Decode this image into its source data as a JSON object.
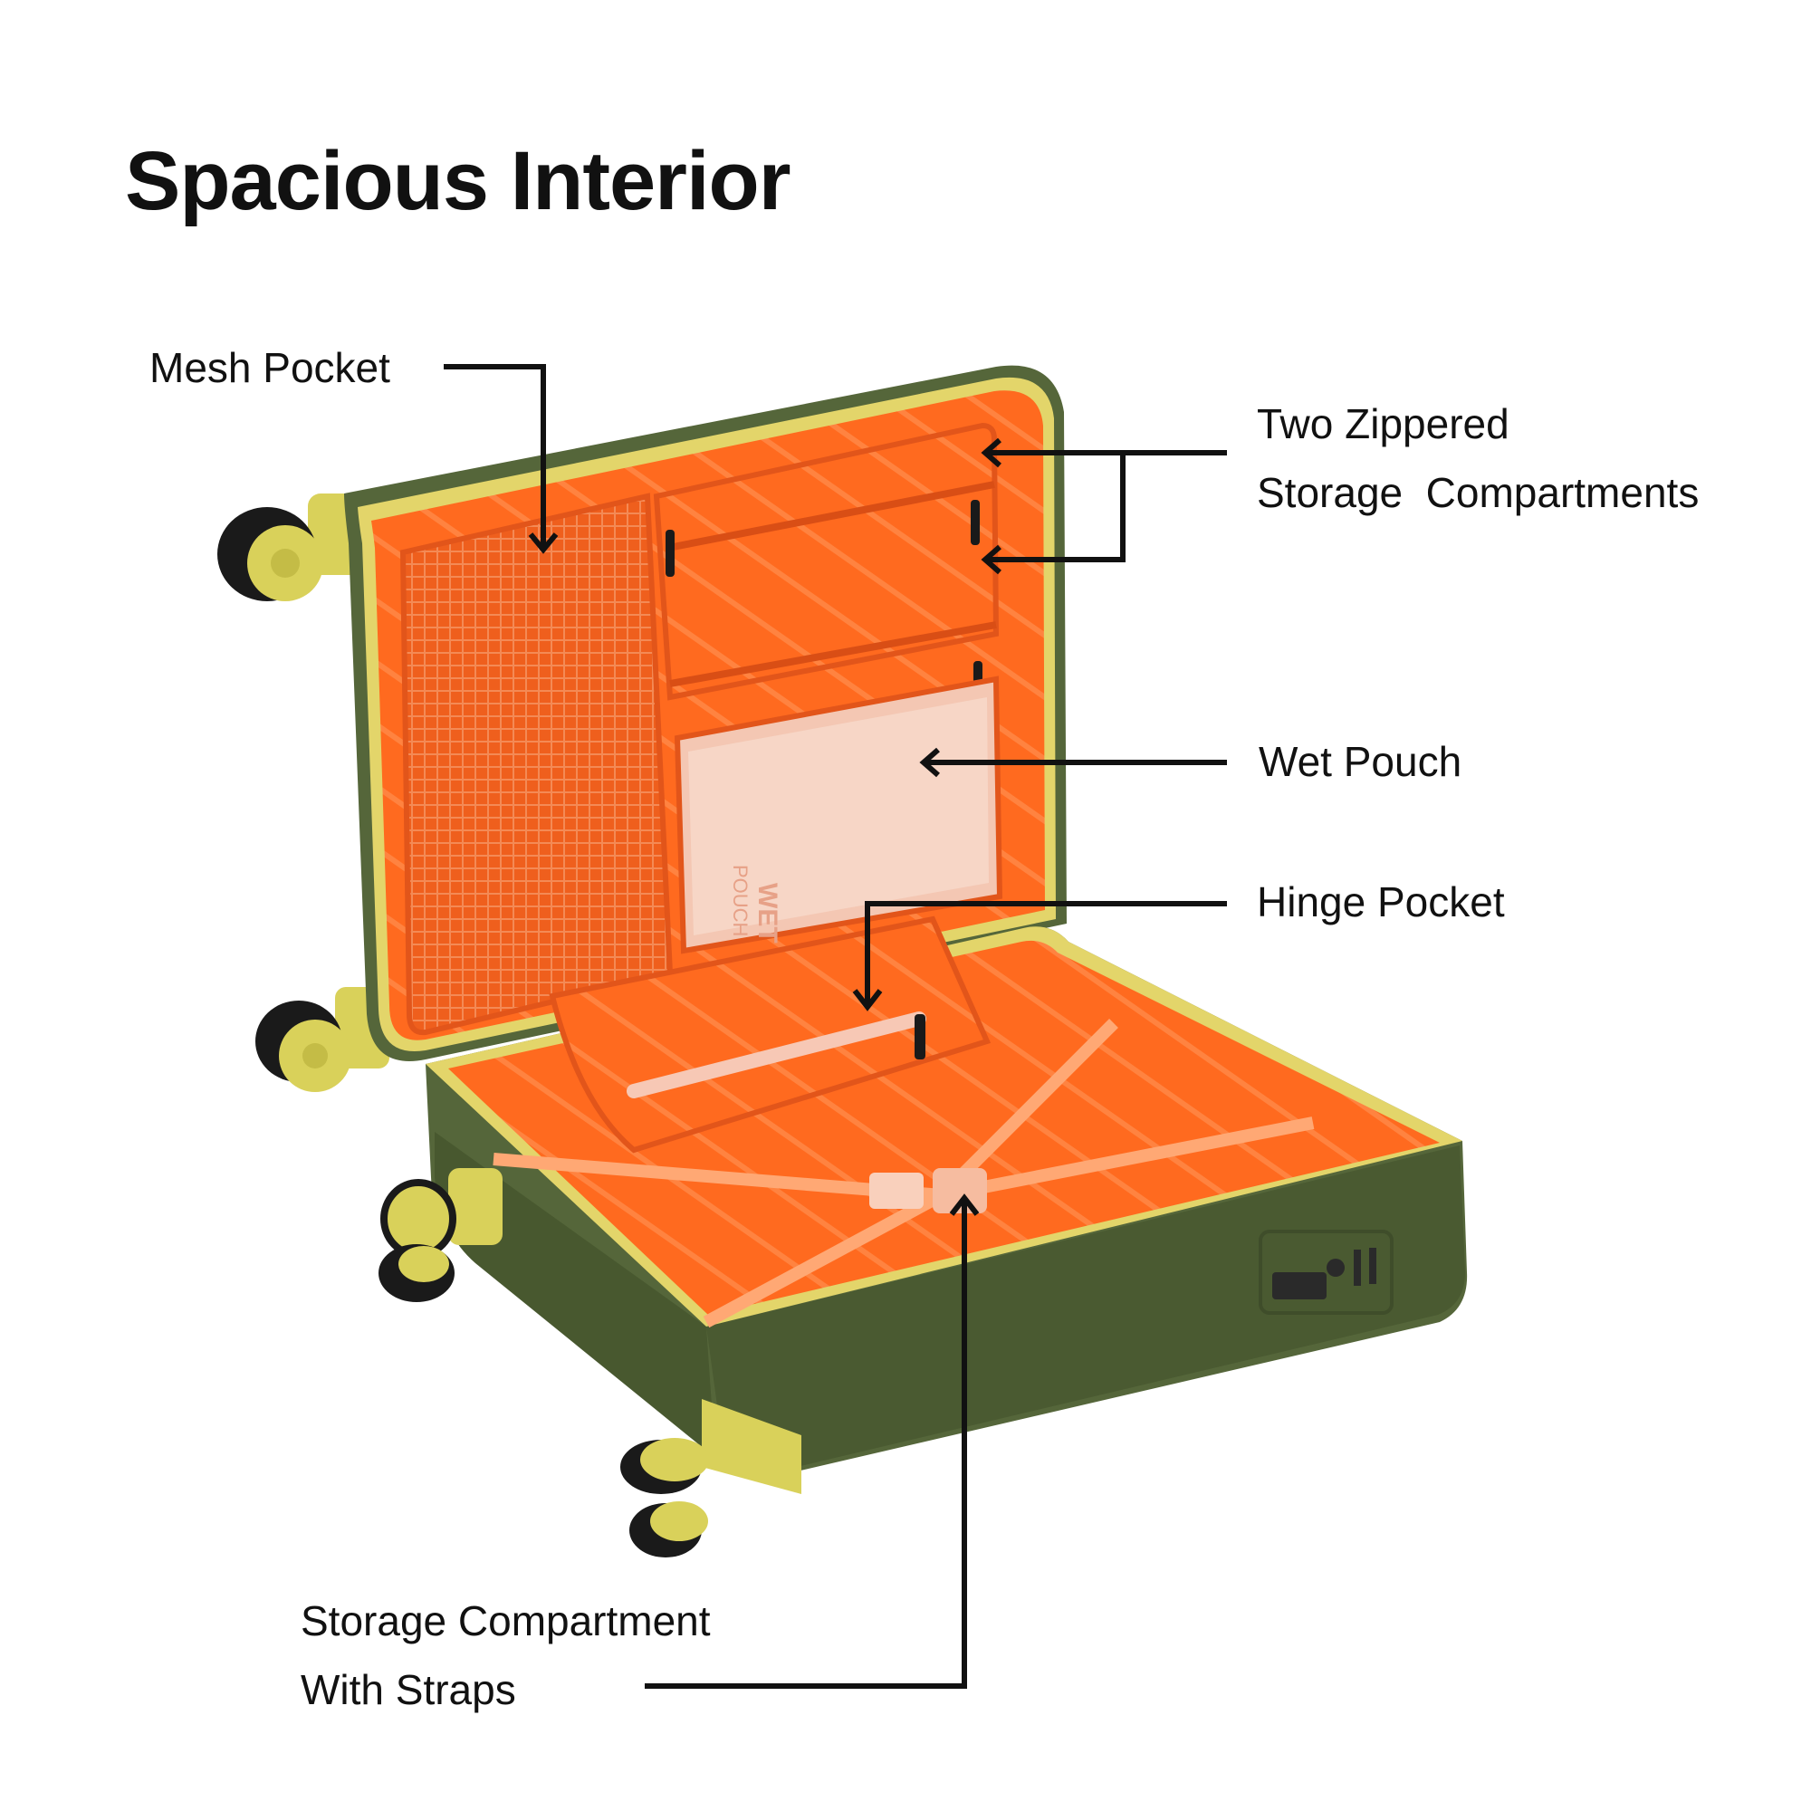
{
  "title": "Spacious Interior",
  "labels": {
    "mesh_pocket": "Mesh Pocket",
    "two_zippered_line1": "Two Zippered",
    "two_zippered_line2": "Storage  Compartments",
    "wet_pouch": "Wet Pouch",
    "hinge_pocket": "Hinge Pocket",
    "storage_straps_line1": "Storage Compartment",
    "storage_straps_line2": "With Straps"
  },
  "printed_on_product": {
    "wet_pouch_tag_line1": "WET",
    "wet_pouch_tag_line2": "POUCH"
  },
  "colors": {
    "shell_green": "#55663a",
    "shell_green_dark": "#3f4d2a",
    "lining_orange": "#ff6a1f",
    "lining_orange_dark": "#e2551a",
    "trim_yellow": "#e3d56a",
    "wheel_yellow": "#d9d15a",
    "wheel_black": "#1a1a1a",
    "leader_line": "#111111"
  }
}
